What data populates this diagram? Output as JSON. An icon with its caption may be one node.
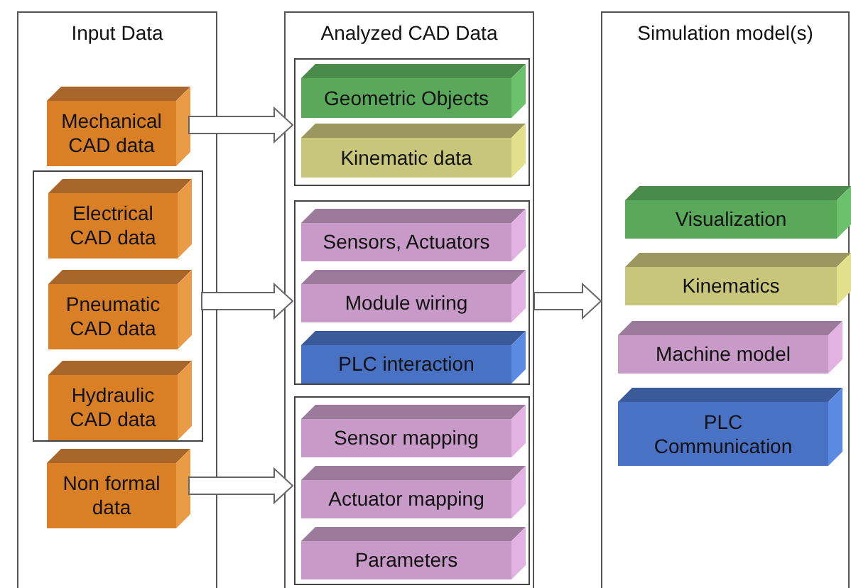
{
  "diagram": {
    "nodes": [
      {
        "text": [
          "Input Data"
        ]
      },
      {
        "text": [
          "Mechanical CAD data"
        ],
        "in": 0
      },
      {
        "text": [],
        "shape": "box",
        "in": 0
      },
      {
        "text": [
          "Electrical CAD data"
        ],
        "in": 2
      },
      {
        "text": [
          "Pneumatic CAD data"
        ],
        "in": 2
      },
      {
        "text": [
          "Hydraulic CAD data"
        ],
        "in": 2
      },
      {
        "text": [
          "Non formal data"
        ],
        "in": 0
      },
      {
        "text": [
          "Analyzed CAD Data"
        ]
      },
      {
        "text": [],
        "shape": "box",
        "in": 7
      },
      {
        "text": [
          "Geometric Objects"
        ],
        "in": 8
      },
      {
        "text": [
          "Kinematic data"
        ],
        "in": 8
      },
      {
        "text": [],
        "shape": "box",
        "in": 7
      },
      {
        "text": [
          "Sensors, Actuators"
        ],
        "in": 11
      },
      {
        "text": [
          "Module wiring"
        ],
        "in": 11
      },
      {
        "text": [
          "PLC interaction"
        ],
        "in": 11
      },
      {
        "text": [],
        "shape": "box",
        "in": 7
      },
      {
        "text": [
          "Sensor mapping"
        ],
        "in": 15
      },
      {
        "text": [
          "Actuator mapping"
        ],
        "in": 15
      },
      {
        "text": [
          "Parameters"
        ],
        "in": 15
      },
      {
        "text": [
          "Simulation model(s)"
        ]
      },
      {
        "text": [
          "Visualization"
        ],
        "in": 19
      },
      {
        "text": [
          "Kinematics"
        ],
        "in": 19
      },
      {
        "text": [
          "Machine model"
        ],
        "in": 19
      },
      {
        "text": [
          "PLC Communication"
        ],
        "in": 19
      }
    ],
    "edges": [
      {
        "from": 1,
        "to": 8,
        "arrow": "to"
      },
      {
        "from": 2,
        "to": 11,
        "arrow": "to"
      },
      {
        "from": 6,
        "to": 15,
        "arrow": "to"
      },
      {
        "from": 7,
        "to": 19,
        "arrow": "to"
      }
    ]
  }
}
